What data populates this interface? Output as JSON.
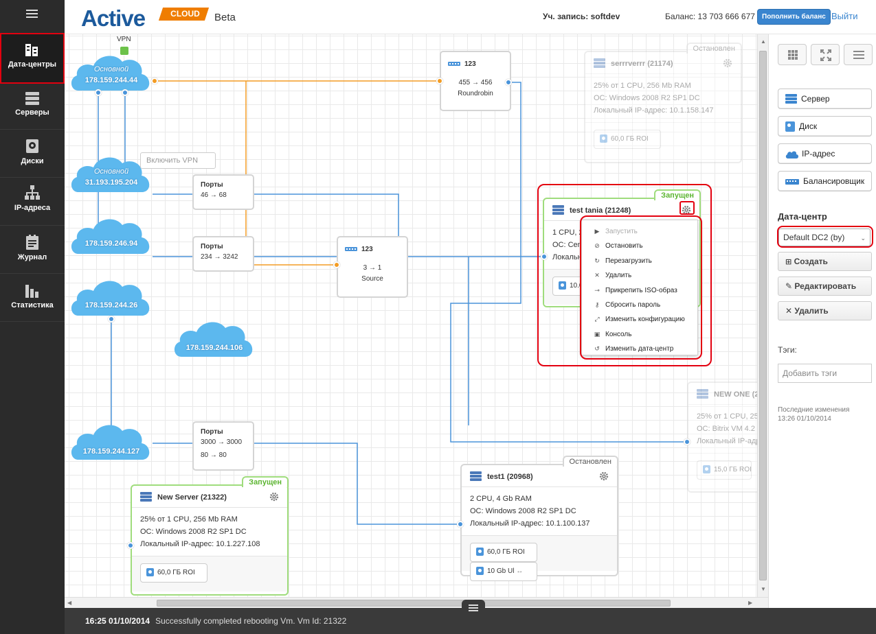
{
  "app": {
    "name": "Active",
    "cloud": "CLOUD",
    "beta": "Beta"
  },
  "header": {
    "account_label": "Уч. запись: softdev",
    "balance_label": "Баланс: 13 703 666 677 руб.",
    "topup_label": "Пополнить баланс",
    "logout_label": "Выйти"
  },
  "sidebar": {
    "items": [
      {
        "label": "Дата-центры",
        "icon": "datacenter-icon"
      },
      {
        "label": "Серверы",
        "icon": "server-icon"
      },
      {
        "label": "Диски",
        "icon": "disk-icon"
      },
      {
        "label": "IP-адреса",
        "icon": "network-icon"
      },
      {
        "label": "Журнал",
        "icon": "journal-icon"
      },
      {
        "label": "Статистика",
        "icon": "stats-icon"
      }
    ]
  },
  "canvas": {
    "vpn_label": "VPN",
    "vpn_button": "Включить VPN",
    "clouds": [
      {
        "sub": "Основной",
        "ip": "178.159.244.44"
      },
      {
        "sub": "Основной",
        "ip": "31.193.195.204"
      },
      {
        "sub": "",
        "ip": "178.159.246.94"
      },
      {
        "sub": "",
        "ip": "178.159.244.26"
      },
      {
        "sub": "",
        "ip": "178.159.244.106"
      },
      {
        "sub": "",
        "ip": "178.159.244.127"
      }
    ],
    "ports": [
      {
        "title": "Порты",
        "rows": [
          "46 → 68"
        ]
      },
      {
        "title": "Порты",
        "rows": [
          "234 → 3242"
        ]
      },
      {
        "title": "Порты",
        "rows": [
          "3000 → 3000",
          "80 → 80"
        ]
      }
    ],
    "balancers": [
      {
        "name": "123",
        "rule": "455 → 456",
        "mode": "Roundrobin"
      },
      {
        "name": "123",
        "rule": "3 → 1",
        "mode": "Source"
      }
    ],
    "servers": [
      {
        "name": "serrrverrr (21174)",
        "status": "Остановлен",
        "cpu": "25% от 1 CPU, 256 Mb RAM",
        "os": "ОС: Windows 2008 R2 SP1 DC",
        "ip": "Локальный IP-адрес: 10.1.158.147",
        "disks": [
          "60,0 ГБ ROI"
        ]
      },
      {
        "name": "test tania (21248)",
        "status": "Запущен",
        "cpu": "1 CPU, 2",
        "os": "ОС: Cen",
        "ip": "Локальн",
        "disks": [
          "10.0"
        ]
      },
      {
        "name": "NEW ONE (20",
        "status": "",
        "cpu": "25% от 1 CPU, 25",
        "os": "ОС: Bitrix VM 4.2",
        "ip": "Локальный IP-адр",
        "disks": [
          "15,0 ГБ ROI"
        ]
      },
      {
        "name": "test1 (20968)",
        "status": "Остановлен",
        "cpu": "2 CPU, 4 Gb RAM",
        "os": "ОС: Windows 2008 R2 SP1 DC",
        "ip": "Локальный IP-адрес: 10.1.100.137",
        "disks": [
          "60,0 ГБ ROI",
          "10 Gb Ul"
        ]
      },
      {
        "name": "New Server (21322)",
        "status": "Запущен",
        "cpu": "25% от 1 CPU, 256 Mb RAM",
        "os": "ОС: Windows 2008 R2 SP1 DC",
        "ip": "Локальный IP-адрес: 10.1.227.108",
        "disks": [
          "60,0 ГБ ROI"
        ]
      }
    ],
    "context_menu": [
      {
        "label": "Запустить",
        "icon": "play-icon",
        "disabled": true
      },
      {
        "label": "Остановить",
        "icon": "stop-icon",
        "disabled": false
      },
      {
        "label": "Перезагрузить",
        "icon": "reboot-icon",
        "disabled": false
      },
      {
        "label": "Удалить",
        "icon": "delete-icon",
        "disabled": false
      },
      {
        "label": "Прикрепить ISO-образ",
        "icon": "attach-icon",
        "disabled": false
      },
      {
        "label": "Сбросить пароль",
        "icon": "key-icon",
        "disabled": false
      },
      {
        "label": "Изменить конфигурацию",
        "icon": "resize-icon",
        "disabled": false
      },
      {
        "label": "Консоль",
        "icon": "console-icon",
        "disabled": false
      },
      {
        "label": "Изменить дата-центр",
        "icon": "move-icon",
        "disabled": false
      }
    ]
  },
  "panel": {
    "add_buttons": [
      "Сервер",
      "Диск",
      "IP-адрес",
      "Балансировщик"
    ],
    "dc_label": "Дата-центр",
    "dc_value": "Default DC2 (by)",
    "create": "Создать",
    "edit": "Редактировать",
    "delete": "Удалить",
    "tags_label": "Тэги:",
    "tags_placeholder": "Добавить тэги",
    "last_changes_label": "Последние изменения",
    "last_changes_time": "13:26 01/10/2014"
  },
  "footer": {
    "time": "16:25 01/10/2014",
    "message": "Successfully completed rebooting Vm. Vm Id: 21322"
  },
  "colors": {
    "accent": "#3a85cf",
    "cloud": "#5cb8ee",
    "link_blue": "#4a94da",
    "link_orange": "#f39c24",
    "running": "#5cb531",
    "highlight": "#e3000f"
  }
}
